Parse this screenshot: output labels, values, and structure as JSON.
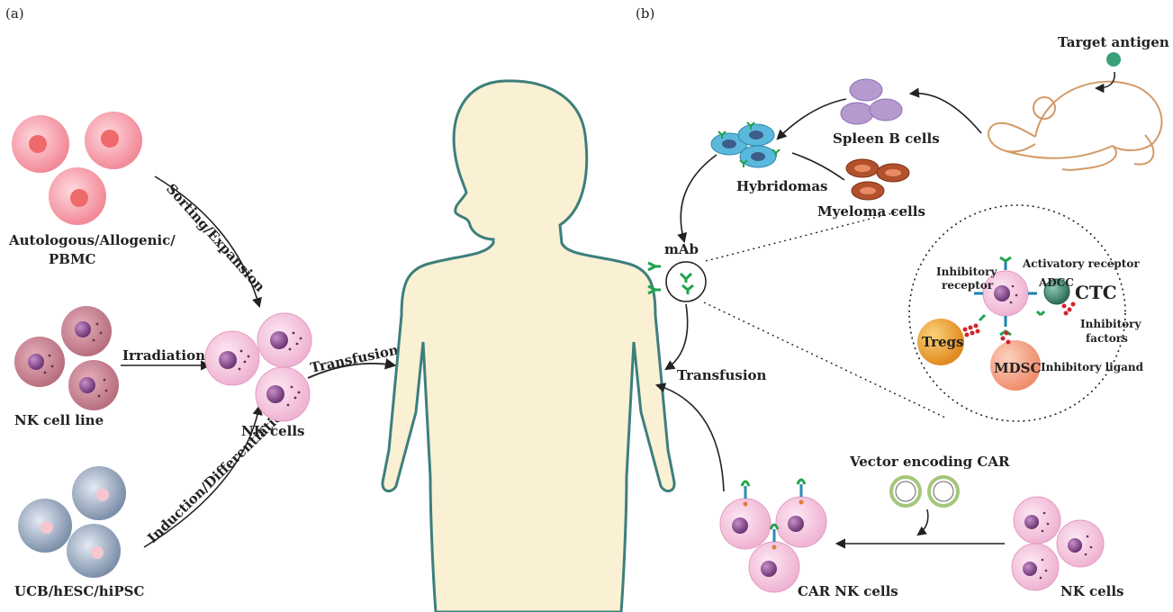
{
  "panels": {
    "a": "(a)",
    "b": "(b)"
  },
  "panel_a": {
    "source_pbmc": "Autologous/Allogenic/",
    "source_pbmc_2": "PBMC",
    "source_line": "NK cell line",
    "source_ucb": "UCB/hESC/hiPSC",
    "arrow_sorting": "Sorting/Expansion",
    "arrow_irradiation": "Irradiation",
    "arrow_induction": "Induction/Differentiatio",
    "product": "NK cells",
    "arrow_transfusion": "Transfusion"
  },
  "panel_b": {
    "target_antigen": "Target antigen",
    "spleen_b": "Spleen B cells",
    "myeloma": "Myeloma cells",
    "hybridomas": "Hybridomas",
    "mab": "mAb",
    "transfusion": "Transfusion",
    "vector": "Vector encoding CAR",
    "car_nk": "CAR NK cells",
    "nk_cells": "NK cells",
    "inset": {
      "inhibitory_receptor_1": "Inhibitory",
      "inhibitory_receptor_2": "receptor",
      "activatory_receptor": "Activatory receptor",
      "adcc": "ADCC",
      "ctc": "CTC",
      "tregs": "Tregs",
      "inhibitory_factors_1": "Inhibitory",
      "inhibitory_factors_2": "factors",
      "mdsc": "MDSC",
      "inhibitory_ligand": "Inhibitory ligand"
    }
  },
  "colors": {
    "body_fill": "#f9f1d8",
    "body_stroke": "#3d7f7c",
    "pbmc_fill": "#f6a3ad",
    "pbmc_nucleus": "#ee6a6f",
    "line_cell": "#c98391",
    "nk_fill": "#f6c9e0",
    "nucleus_purple": "#8c4f93",
    "stem_fill": "#8fa2ba",
    "mouse": "#d39a66",
    "spleen": "#a98fc3",
    "myeloma": "#b3512e",
    "hybridoma": "#5bb8dd",
    "antibody": "#1fa34e",
    "ctc": "#3b8a74",
    "tregs": "#f0a23c",
    "mdsc": "#f7a88d"
  }
}
